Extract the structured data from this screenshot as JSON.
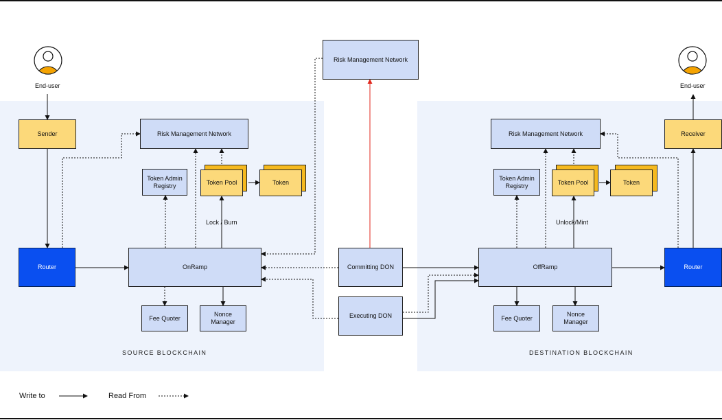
{
  "users": {
    "source_label": "End-user",
    "dest_label": "End-user"
  },
  "source": {
    "chain_label": "SOURCE BLOCKCHAIN",
    "sender": "Sender",
    "router": "Router",
    "rmn": "Risk Management Network",
    "token_admin_registry": "Token Admin Registry",
    "token_pool": "Token Pool",
    "token": "Token",
    "lock_burn": "Lock / Burn",
    "onramp": "OnRamp",
    "fee_quoter": "Fee Quoter",
    "nonce_manager": "Nonce Manager"
  },
  "center": {
    "rmn": "Risk Management Network",
    "committing_don": "Committing DON",
    "executing_don": "Executing DON"
  },
  "destination": {
    "chain_label": "DESTINATION BLOCKCHAIN",
    "receiver": "Receiver",
    "router": "Router",
    "rmn": "Risk Management Network",
    "token_admin_registry": "Token Admin Registry",
    "token_pool": "Token Pool",
    "token": "Token",
    "unlock_mint": "Unlock/Mint",
    "offramp": "OffRamp",
    "fee_quoter": "Fee Quoter",
    "nonce_manager": "Nonce Manager"
  },
  "legend": {
    "write_to": "Write to",
    "read_from": "Read From"
  },
  "colors": {
    "panel": "#eef3fc",
    "light_box": "#cfdcf7",
    "token_box": "#fcd97a",
    "router": "#0a4ff0",
    "commit_arrow": "#e0261b",
    "user_icon": "#f5a300"
  }
}
